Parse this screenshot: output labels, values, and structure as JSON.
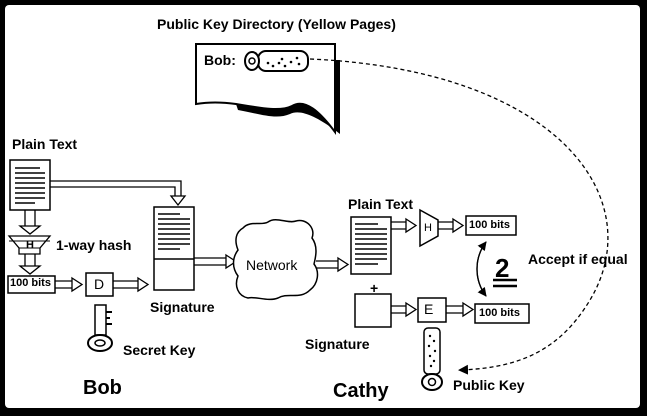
{
  "title": "Public Key Directory (Yellow Pages)",
  "directory": {
    "entry_label": "Bob:"
  },
  "bob_side": {
    "plain_text_label": "Plain Text",
    "hash_box_letter": "H",
    "hash_label": "1-way hash",
    "bits_label": "100 bits",
    "encrypt_box_letter": "D",
    "signature_label": "Signature",
    "secret_key_label": "Secret Key",
    "name": "Bob"
  },
  "network_label": "Network",
  "cathy_side": {
    "plain_text_label": "Plain Text",
    "hash_box_letter": "H",
    "bits_top_label": "100 bits",
    "plus_sign": "+",
    "decrypt_box_letter": "E",
    "bits_bottom_label": "100 bits",
    "compare_symbol": "2",
    "accept_label": "Accept if equal",
    "signature_label": "Signature",
    "public_key_label": "Public Key",
    "name": "Cathy"
  },
  "colors": {
    "background": "#000000",
    "canvas": "#ffffff",
    "ink": "#000000"
  },
  "icons": [
    "key-icon",
    "key-icon",
    "key-icon",
    "cloud-icon",
    "document-icon",
    "document-icon",
    "document-icon",
    "hash-funnel-icon"
  ]
}
